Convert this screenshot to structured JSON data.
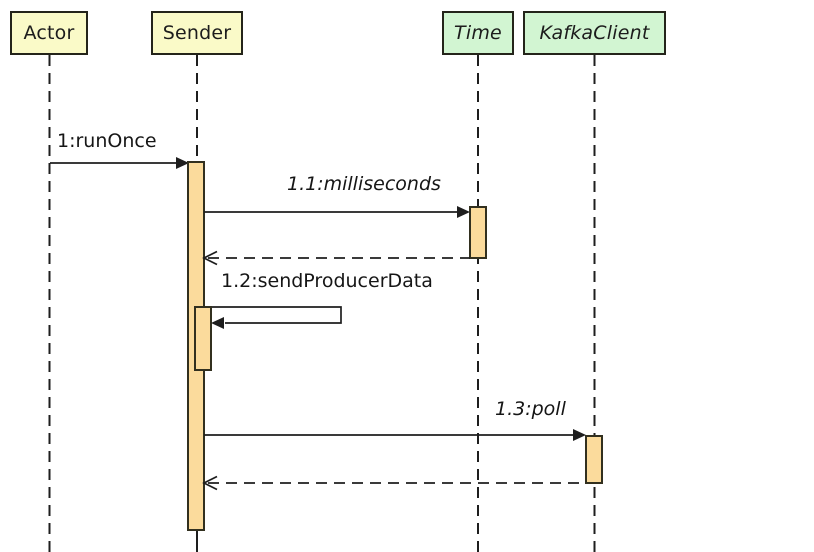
{
  "diagram": {
    "type": "uml-sequence-diagram",
    "participants": [
      {
        "name": "Actor",
        "kind": "object",
        "fill": "#FAFAC8",
        "italic": false
      },
      {
        "name": "Sender",
        "kind": "object",
        "fill": "#FAFAC8",
        "italic": false
      },
      {
        "name": "Time",
        "kind": "class",
        "fill": "#D2F5D2",
        "italic": true
      },
      {
        "name": "KafkaClient",
        "kind": "class",
        "fill": "#D2F5D2",
        "italic": true
      }
    ],
    "messages": [
      {
        "label": "1:runOnce",
        "from": "Actor",
        "to": "Sender",
        "kind": "call",
        "italic": false
      },
      {
        "label": "1.1:milliseconds",
        "from": "Sender",
        "to": "Time",
        "kind": "call",
        "italic": true
      },
      {
        "label": "",
        "from": "Time",
        "to": "Sender",
        "kind": "return",
        "italic": false
      },
      {
        "label": "1.2:sendProducerData",
        "from": "Sender",
        "to": "Sender",
        "kind": "self-call",
        "italic": false
      },
      {
        "label": "1.3:poll",
        "from": "Sender",
        "to": "KafkaClient",
        "kind": "call",
        "italic": true
      },
      {
        "label": "",
        "from": "KafkaClient",
        "to": "Sender",
        "kind": "return",
        "italic": false
      }
    ],
    "colors": {
      "object_head_fill": "#FAFAC8",
      "class_head_fill": "#D2F5D2",
      "activation_fill": "#FBDB9C",
      "activation_border": "#32301f",
      "line": "#1e1e1e",
      "text": "#161616",
      "background": "#FFFFFF"
    }
  }
}
